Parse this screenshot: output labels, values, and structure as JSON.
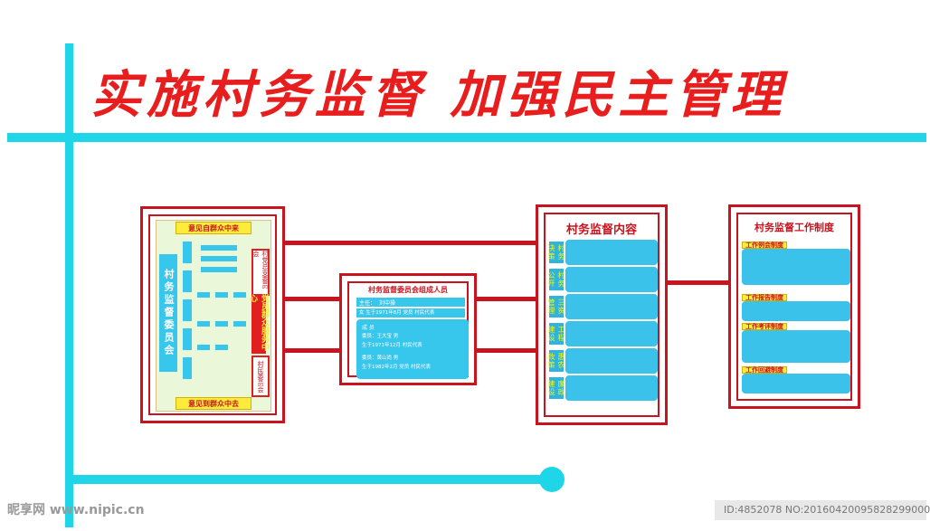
{
  "title": "实施村务监督  加强民主管理",
  "left_panel": {
    "top_banner": "意见自群众中来",
    "bottom_banner": "意见到群众中去",
    "vertical_label": "村务监督委员会",
    "right_label_a": "村党总支委员会",
    "right_label_b": "党员群众服务中心",
    "right_label_c": "村民委员会"
  },
  "middle_panel": {
    "title": "村务监督委员会组成人员",
    "head_label": "主任：",
    "head_name": "刘中操",
    "head_detail": "女 生于1971年8月 党员 村民代表",
    "members_label": "成 员",
    "member1_name": "委员：王大宝 男",
    "member1_detail": "生于1971年12月 村民代表",
    "member2_name": "委员：黄山尚 男",
    "member2_detail": "生于1982年2月 党员 村民代表"
  },
  "content_panel": {
    "title": "村务监督内容",
    "tags": [
      "村务决策",
      "村务公开",
      "三资管理",
      "工程建设",
      "惠农政策",
      "廉政建设"
    ]
  },
  "system_panel": {
    "title": "村务监督工作制度",
    "items": [
      "工作例会制度",
      "工作报告制度",
      "工作考评制度",
      "工作回避制度"
    ]
  },
  "footer": {
    "watermark": "昵享网 www.nipic.cn",
    "id_text": "ID:4852078 NO:20160420095828299000"
  },
  "colors": {
    "accent_red": "#c8141e",
    "title_red": "#e81e1e",
    "line_cyan": "#1fd6e8",
    "box_blue": "#37c6ec"
  }
}
